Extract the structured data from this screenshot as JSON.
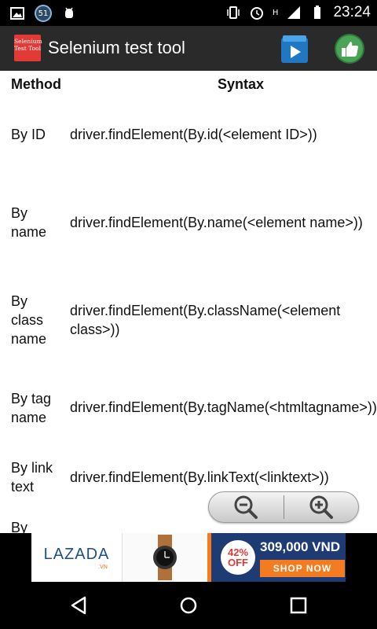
{
  "status_bar": {
    "notification_count": "51",
    "network_type": "H",
    "time": "23:24"
  },
  "action_bar": {
    "logo_text": "Selenium Test Tool",
    "title": "Selenium test tool"
  },
  "table": {
    "headers": {
      "method": "Method",
      "syntax": "Syntax"
    },
    "rows": [
      {
        "method": "By ID",
        "syntax": "driver.findElement(By.id(<element ID>))"
      },
      {
        "method": "By name",
        "syntax": "driver.findElement(By.name(<element name>))"
      },
      {
        "method": "By class name",
        "syntax": "driver.findElement(By.className(<element class>))"
      },
      {
        "method": "By tag name",
        "syntax": "driver.findElement(By.tagName(<htmltagname>))"
      },
      {
        "method": "By link text",
        "syntax": "driver.findElement(By.linkText(<linktext>))"
      },
      {
        "method": "By",
        "syntax": ""
      }
    ]
  },
  "ad": {
    "brand": "LAZADA",
    "brand_suffix": ".VN",
    "discount_value": "42%",
    "discount_label": "OFF",
    "price": "309,000 VND",
    "cta": "SHOP NOW"
  },
  "colors": {
    "action_bar": "#2a2a2a",
    "logo": "#e23a36",
    "ad_blue": "#1f3b74",
    "ad_orange": "#f47b20"
  }
}
